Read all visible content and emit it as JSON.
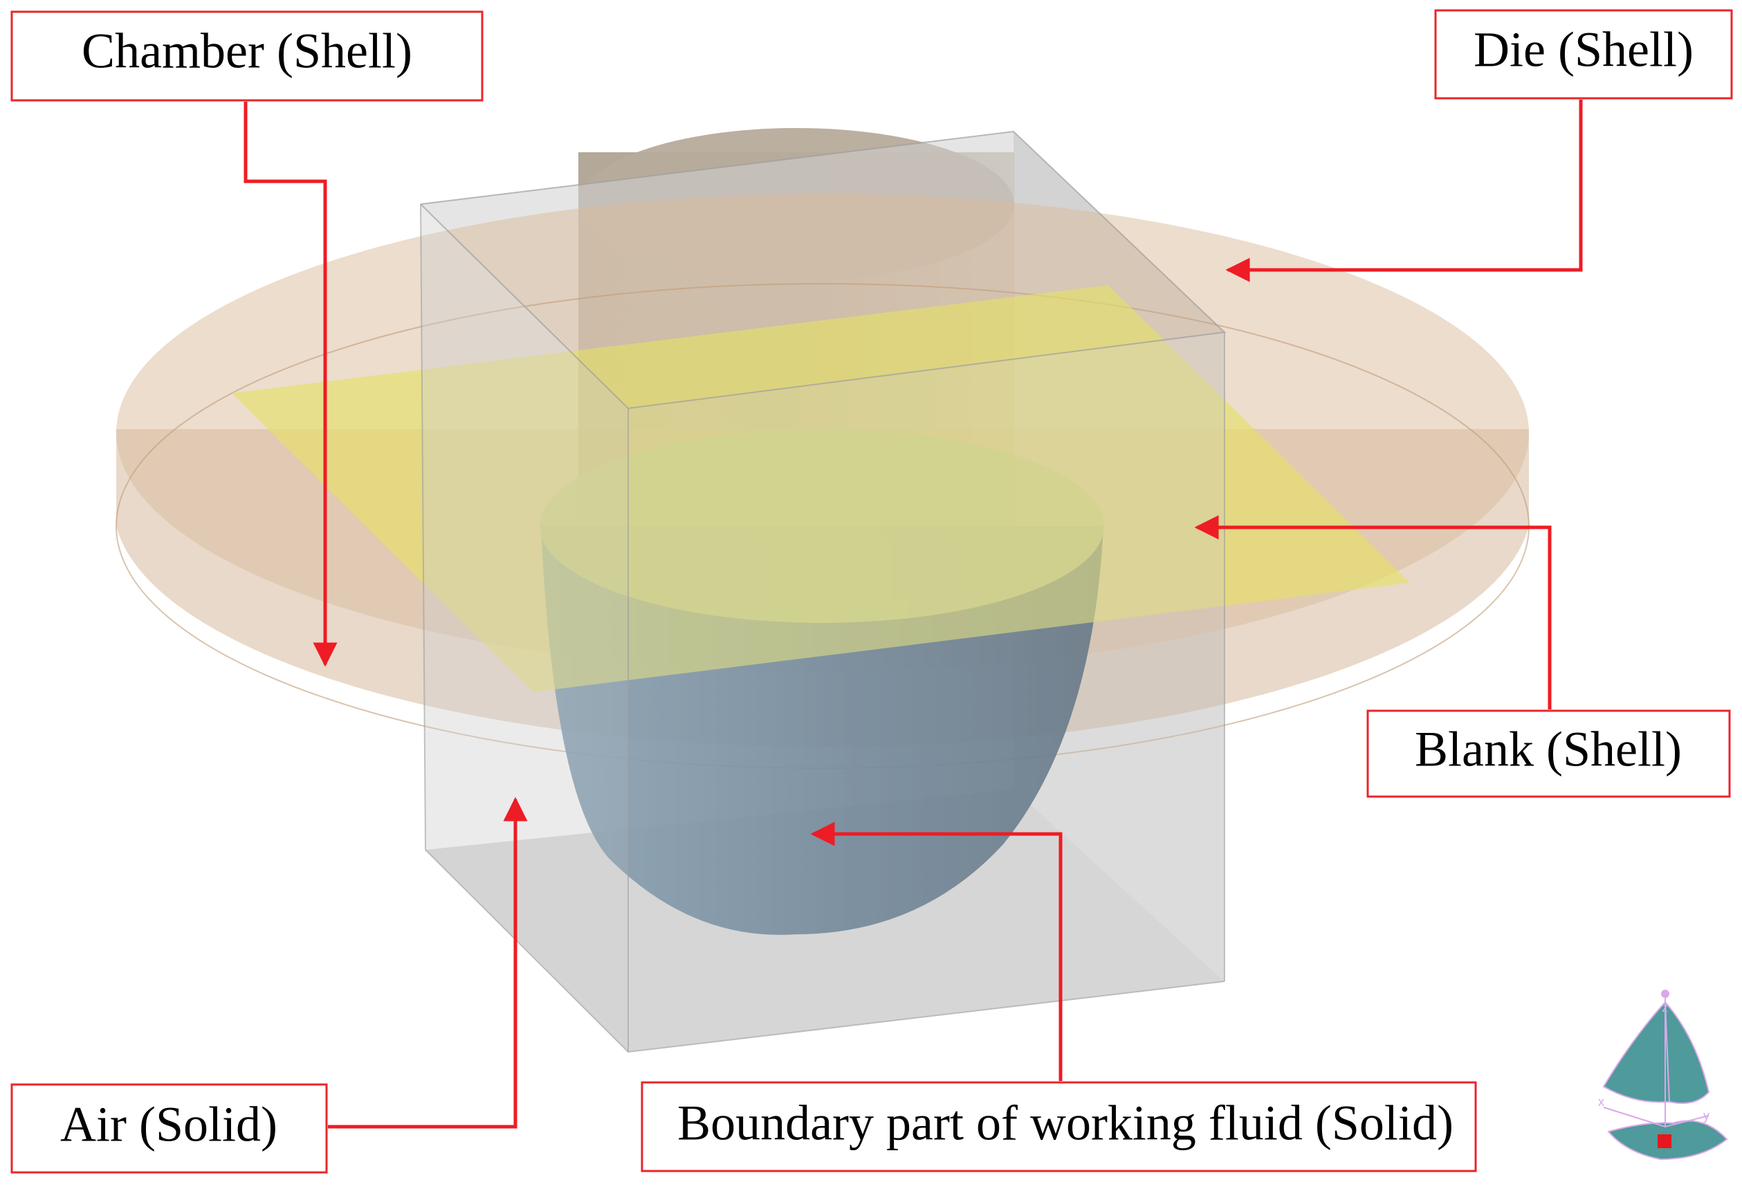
{
  "labels": {
    "chamber": "Chamber (Shell)",
    "die": "Die (Shell)",
    "blank": "Blank (Shell)",
    "air": "Air (Solid)",
    "boundary": "Boundary part of working fluid (Solid)"
  },
  "colors": {
    "callout_border": "#e8262b",
    "arrow": "#ee1c24",
    "die": "#c9a07b",
    "blank": "#e5e064",
    "chamber": "#b4b4b4",
    "fluid": "#4c6e84",
    "triad": "#4f9a9a",
    "triad_origin": "#e8161e"
  },
  "triad": {
    "icon": "coordinate-triad-icon",
    "x_label": "x",
    "y_label": "y",
    "z_label": "z"
  }
}
